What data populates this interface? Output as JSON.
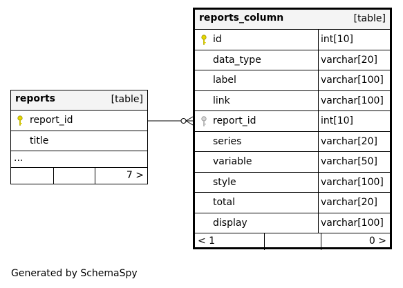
{
  "reports": {
    "name": "reports",
    "type_label": "[table]",
    "columns": [
      {
        "name": "report_id",
        "key": "primary"
      },
      {
        "name": "title",
        "key": ""
      }
    ],
    "ellipsis": "...",
    "footer": {
      "left": "",
      "middle": "",
      "right": "7 >"
    }
  },
  "reports_column": {
    "name": "reports_column",
    "type_label": "[table]",
    "columns": [
      {
        "name": "id",
        "type": "int[10]",
        "key": "primary"
      },
      {
        "name": "data_type",
        "type": "varchar[20]",
        "key": ""
      },
      {
        "name": "label",
        "type": "varchar[100]",
        "key": ""
      },
      {
        "name": "link",
        "type": "varchar[100]",
        "key": ""
      },
      {
        "name": "report_id",
        "type": "int[10]",
        "key": "foreign"
      },
      {
        "name": "series",
        "type": "varchar[20]",
        "key": ""
      },
      {
        "name": "variable",
        "type": "varchar[50]",
        "key": ""
      },
      {
        "name": "style",
        "type": "varchar[100]",
        "key": ""
      },
      {
        "name": "total",
        "type": "varchar[20]",
        "key": ""
      },
      {
        "name": "display",
        "type": "varchar[100]",
        "key": ""
      }
    ],
    "footer": {
      "left": "< 1",
      "middle": "",
      "right": "0 >"
    }
  },
  "colors": {
    "primary_key": "#e6d800",
    "foreign_key": "#b0b0b0",
    "header_bg": "#f4f4f4"
  },
  "generated_by": "Generated by SchemaSpy"
}
